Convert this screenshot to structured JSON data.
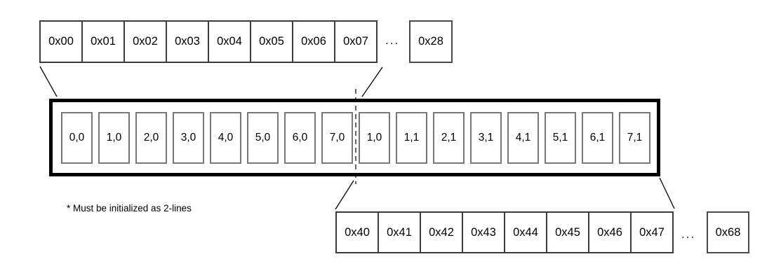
{
  "diagram": {
    "top_row": {
      "cells": [
        "0x00",
        "0x01",
        "0x02",
        "0x03",
        "0x04",
        "0x05",
        "0x06",
        "0x07"
      ],
      "ellipsis": "...",
      "tail": "0x28"
    },
    "line_buffer": {
      "cells": [
        "0,0",
        "1,0",
        "2,0",
        "3,0",
        "4,0",
        "5,0",
        "6,0",
        "7,0",
        "1,0",
        "1,1",
        "2,1",
        "3,1",
        "4,1",
        "5,1",
        "6,1",
        "7,1"
      ]
    },
    "bottom_row": {
      "cells": [
        "0x40",
        "0x41",
        "0x42",
        "0x43",
        "0x44",
        "0x45",
        "0x46",
        "0x47"
      ],
      "ellipsis": "...",
      "tail": "0x68"
    },
    "footnote": "* Must be initialized as 2-lines",
    "colors": {
      "cell_border": "#3b3b3b",
      "inner_cell_border": "#787878",
      "frame_border": "#000000",
      "background": "#ffffff"
    }
  }
}
